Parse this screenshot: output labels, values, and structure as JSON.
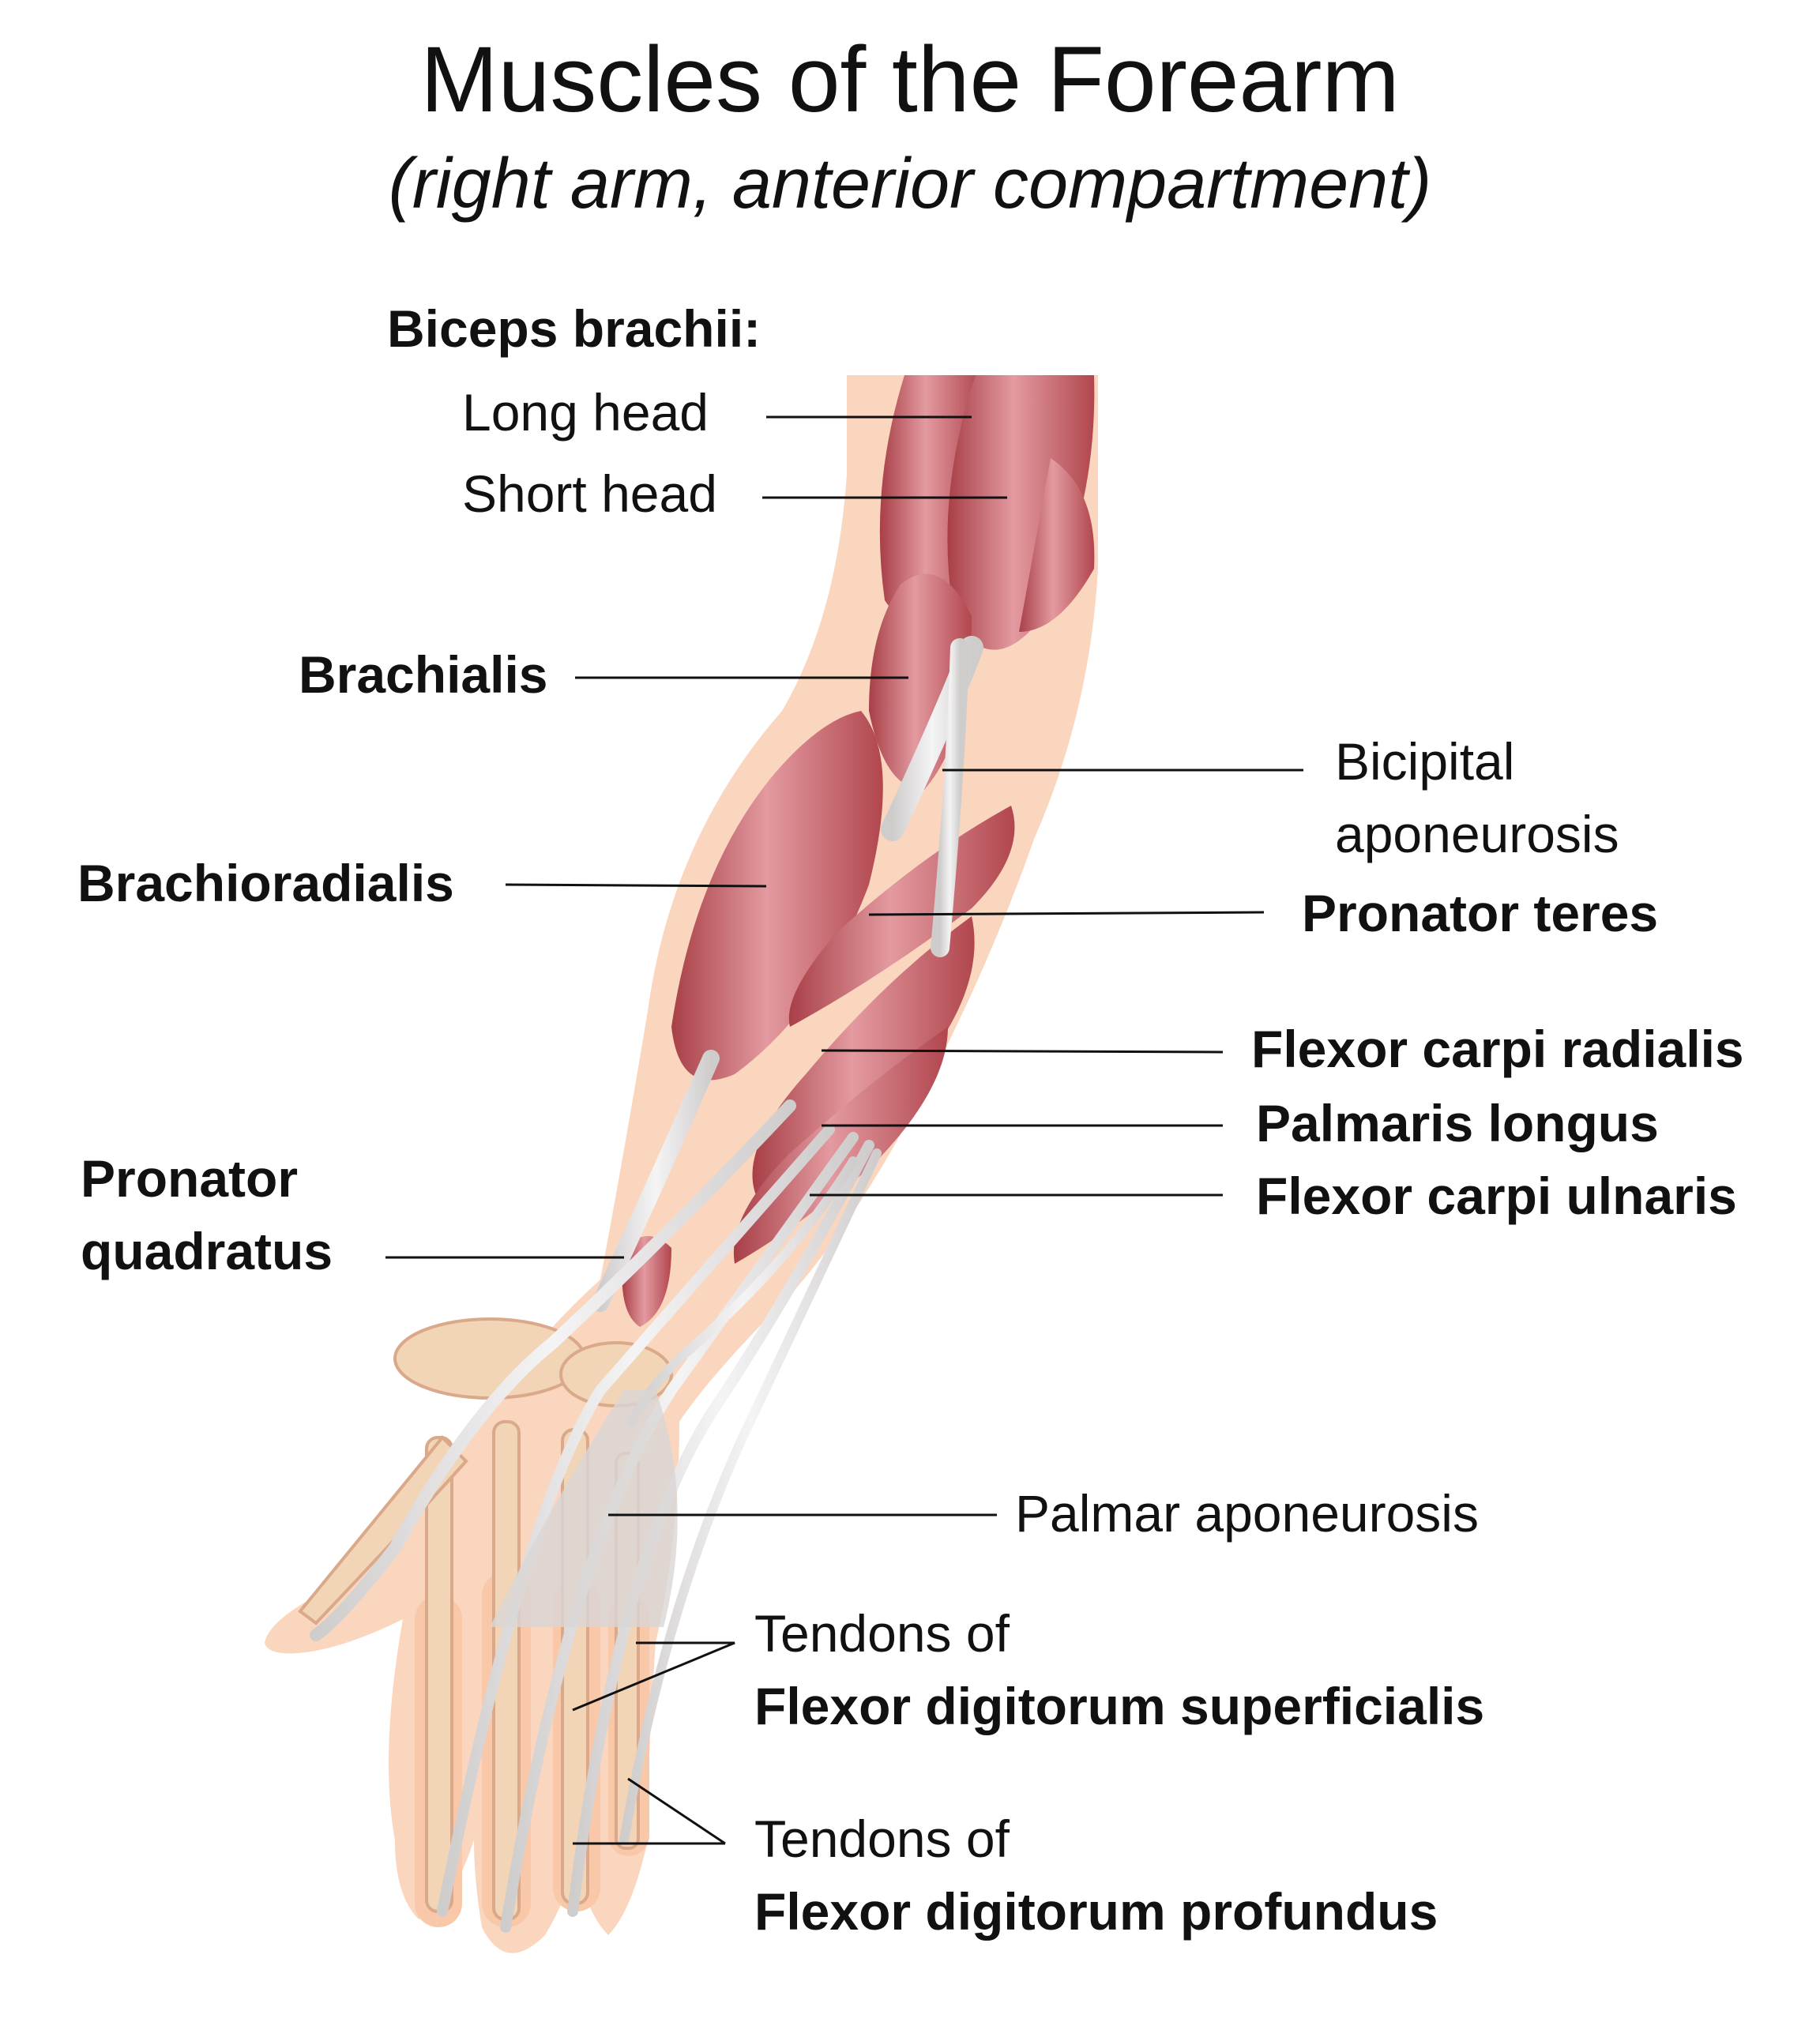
{
  "title": "Muscles of the Forearm",
  "subtitle": "(right arm, anterior compartment)",
  "labels": {
    "biceps_group": "Biceps brachii:",
    "long_head": "Long head",
    "short_head": "Short head",
    "brachialis": "Brachialis",
    "bicipital_aponeurosis_1": "Bicipital",
    "bicipital_aponeurosis_2": "aponeurosis",
    "brachioradialis": "Brachioradialis",
    "pronator_teres": "Pronator teres",
    "flexor_carpi_radialis": "Flexor carpi radialis",
    "palmaris_longus": "Palmaris longus",
    "flexor_carpi_ulnaris": "Flexor carpi ulnaris",
    "pronator_quadratus_1": "Pronator",
    "pronator_quadratus_2": "quadratus",
    "palmar_aponeurosis": "Palmar aponeurosis",
    "fds_1": "Tendons of",
    "fds_2": "Flexor digitorum superficialis",
    "fdp_1": "Tendons of",
    "fdp_2": "Flexor digitorum profundus"
  },
  "colors": {
    "skin": "#fbd6bf",
    "muscle": "#c4555a",
    "muscle_highlight": "#e89aa0",
    "tendon": "#e4e2e2",
    "bone": "#f4dcc4",
    "leader_line": "#111111"
  }
}
